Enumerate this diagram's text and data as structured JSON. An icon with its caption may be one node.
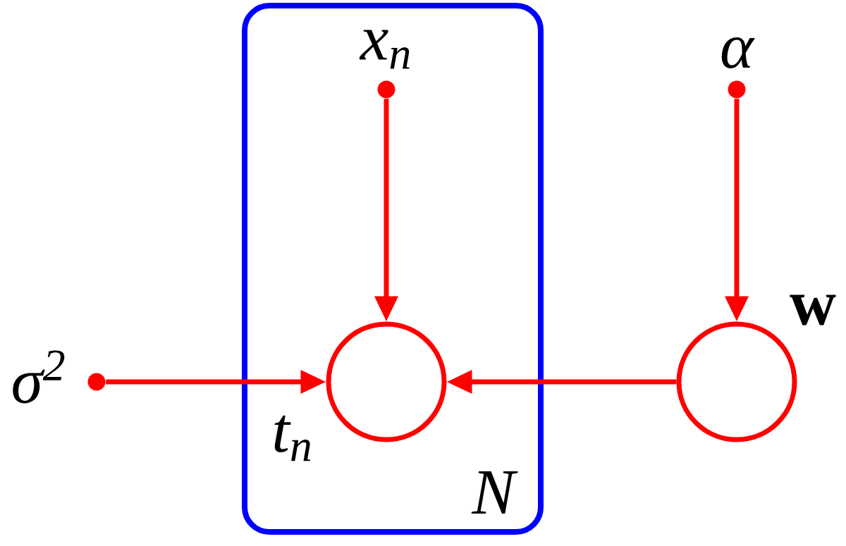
{
  "diagram": {
    "nodes": [
      {
        "text": [
          "N"
        ]
      },
      {
        "text": [],
        "shape": "dot",
        "beside": [
          "x$_{n}$"
        ],
        "in": 0
      },
      {
        "text": [],
        "shape": "circle",
        "beside": [
          "t$_{n}$"
        ],
        "in": 0
      },
      {
        "text": [],
        "shape": "dot",
        "beside": [
          "σ$^{2}$"
        ]
      },
      {
        "text": [],
        "shape": "dot",
        "beside": [
          "α"
        ]
      },
      {
        "text": [],
        "shape": "circle",
        "beside": [
          "w"
        ]
      }
    ],
    "edges": [
      {
        "from": 1,
        "to": 2,
        "arrow": "to"
      },
      {
        "from": 3,
        "to": 2,
        "arrow": "to"
      },
      {
        "from": 5,
        "to": 2,
        "arrow": "to"
      },
      {
        "from": 4,
        "to": 5,
        "arrow": "to"
      }
    ]
  }
}
